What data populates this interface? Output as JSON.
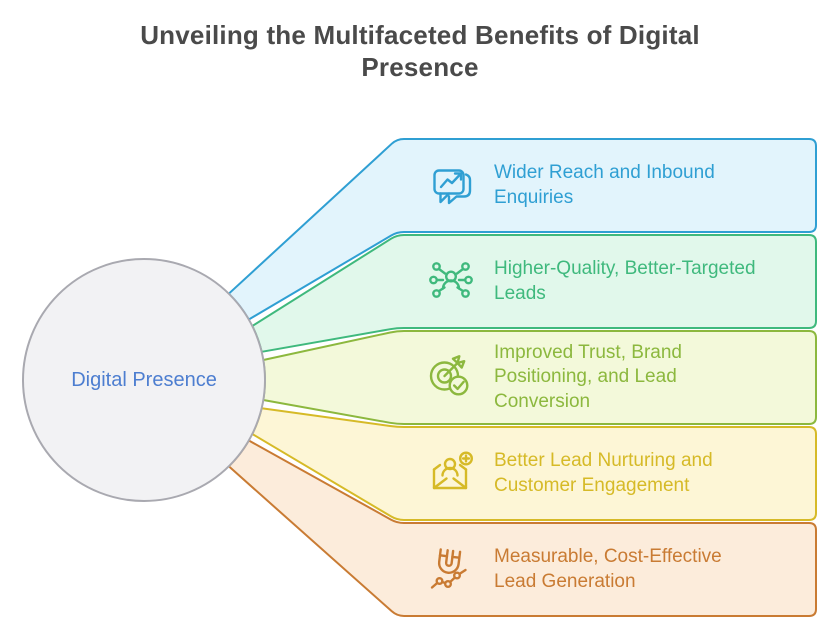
{
  "title": {
    "lines": [
      "Unveiling the Multifaceted Benefits of Digital",
      "Presence"
    ],
    "color": "#4a4a4a"
  },
  "center": {
    "label": "Digital Presence",
    "label_color": "#4d7ed0",
    "fill": "#f2f2f4",
    "border": "#a9a9b0"
  },
  "branches": [
    {
      "label": "Wider Reach and Inbound Enquiries",
      "lines": [
        "Wider Reach and Inbound",
        "Enquiries"
      ],
      "icon": "chat-trend-icon",
      "border": "#2f9fd3",
      "fill": "#e2f4fc"
    },
    {
      "label": "Higher-Quality, Better-Targeted Leads",
      "lines": [
        "Higher-Quality, Better-Targeted",
        "Leads"
      ],
      "icon": "network-person-icon",
      "border": "#3fb97d",
      "fill": "#e1f8eb"
    },
    {
      "label": "Improved Trust, Brand Positioning, and Lead Conversion",
      "lines": [
        "Improved Trust, Brand",
        "Positioning, and Lead",
        "Conversion"
      ],
      "icon": "target-check-icon",
      "border": "#8cb83e",
      "fill": "#f3f9da"
    },
    {
      "label": "Better Lead Nurturing and Customer Engagement",
      "lines": [
        "Better Lead Nurturing and",
        "Customer Engagement"
      ],
      "icon": "mail-person-plus-icon",
      "border": "#d6ba27",
      "fill": "#fdf6d6"
    },
    {
      "label": "Measurable, Cost-Effective Lead Generation",
      "lines": [
        "Measurable, Cost-Effective",
        "Lead Generation"
      ],
      "icon": "magnet-chart-icon",
      "border": "#c97b33",
      "fill": "#fcecdb"
    }
  ]
}
